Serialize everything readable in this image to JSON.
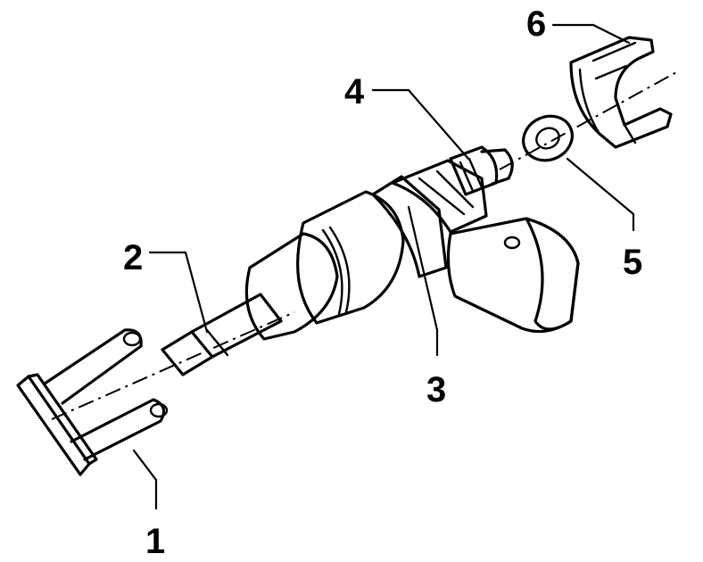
{
  "colors": {
    "background": "#ffffff",
    "line": "#000000",
    "part_fill": "#ffffff",
    "shade": "#b4b4b4",
    "dark_shade": "#8a8a8a"
  },
  "callouts": [
    {
      "id": "1",
      "label": "1"
    },
    {
      "id": "2",
      "label": "2"
    },
    {
      "id": "3",
      "label": "3"
    },
    {
      "id": "4",
      "label": "4"
    },
    {
      "id": "5",
      "label": "5"
    },
    {
      "id": "6",
      "label": "6"
    }
  ]
}
